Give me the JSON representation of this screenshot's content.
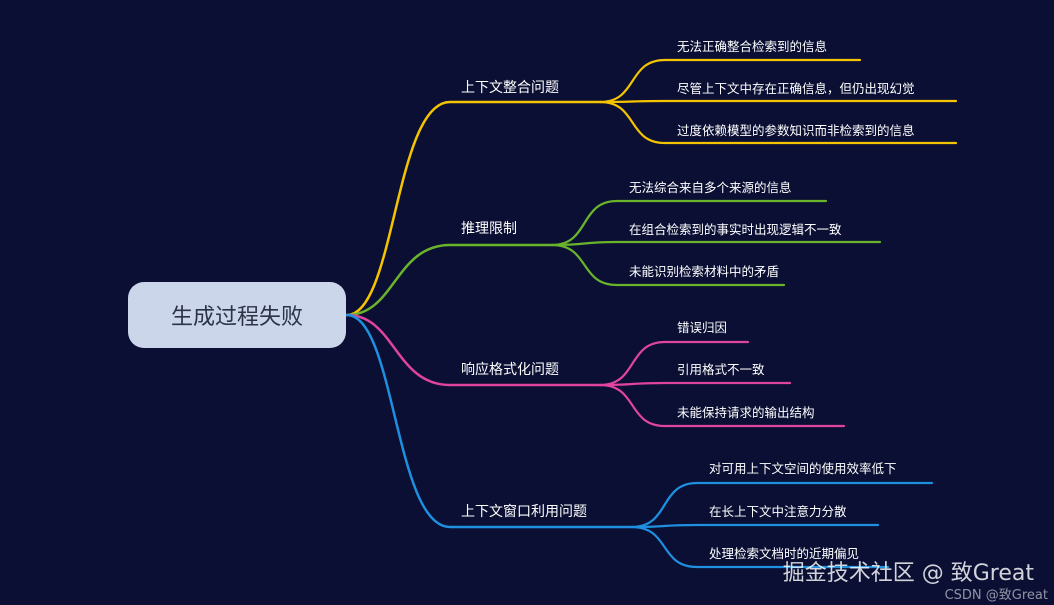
{
  "root": {
    "label": "生成过程失败"
  },
  "branches": [
    {
      "label": "上下文整合问题",
      "color": "#f5c400",
      "children": [
        "无法正确整合检索到的信息",
        "尽管上下文中存在正确信息，但仍出现幻觉",
        "过度依赖模型的参数知识而非检索到的信息"
      ]
    },
    {
      "label": "推理限制",
      "color": "#6ab42c",
      "children": [
        "无法综合来自多个来源的信息",
        "在组合检索到的事实时出现逻辑不一致",
        "未能识别检索材料中的矛盾"
      ]
    },
    {
      "label": "响应格式化问题",
      "color": "#e0449e",
      "children": [
        "错误归因",
        "引用格式不一致",
        "未能保持请求的输出结构"
      ]
    },
    {
      "label": "上下文窗口利用问题",
      "color": "#1f8fe0",
      "children": [
        "对可用上下文空间的使用效率低下",
        "在长上下文中注意力分散",
        "处理检索文档时的近期偏见"
      ]
    }
  ],
  "watermark": {
    "text": "掘金技术社区 @ 致Great",
    "source": "CSDN @致Great"
  }
}
